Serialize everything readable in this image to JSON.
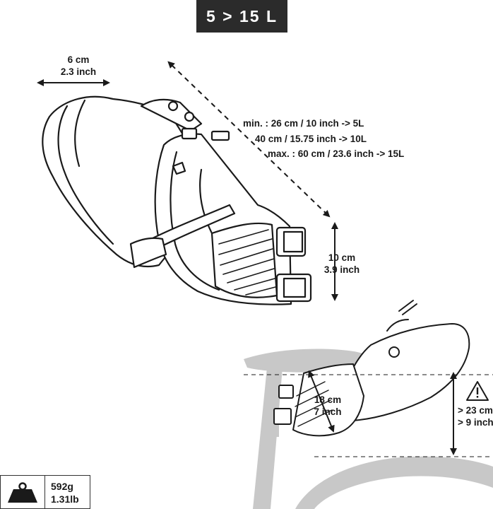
{
  "title": "5 > 15 L",
  "width_label": {
    "cm": "6 cm",
    "inch": "2.3 inch"
  },
  "length_label": {
    "line1": "min. : 26 cm / 10 inch -> 5L",
    "line2": "40 cm / 15.75 inch -> 10L",
    "line3": "max. : 60 cm / 23.6 inch -> 15L"
  },
  "height_label": {
    "cm": "10 cm",
    "inch": "3.9 inch"
  },
  "rail_label": {
    "cm": "18 cm",
    "inch": "7 inch"
  },
  "clearance_label": {
    "cm": "> 23 cm",
    "inch": "> 9 inch"
  },
  "weight": {
    "grams": "592g",
    "pounds": "1.31lb"
  },
  "icons": [
    "weight-icon",
    "warning-triangle-icon"
  ]
}
